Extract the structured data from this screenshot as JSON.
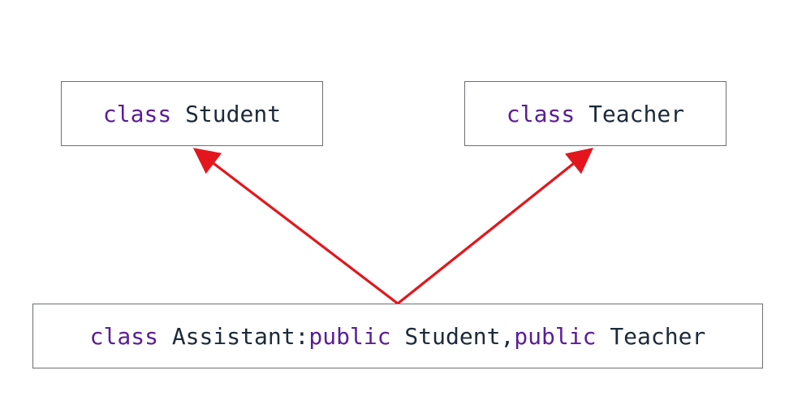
{
  "diagram": {
    "student_box": {
      "keyword": "class",
      "name": "Student"
    },
    "teacher_box": {
      "keyword": "class",
      "name": "Teacher"
    },
    "assistant_box": {
      "keyword_class": "class",
      "name": "Assistant",
      "separator": ":",
      "keyword_public_1": "public",
      "base_1": "Student",
      "comma": ",",
      "keyword_public_2": "public",
      "base_2": "Teacher"
    },
    "colors": {
      "keyword": "#5a1e96",
      "identifier": "#1c2a3a",
      "arrow": "#e3161d",
      "box_border": "#6b6f74"
    }
  }
}
